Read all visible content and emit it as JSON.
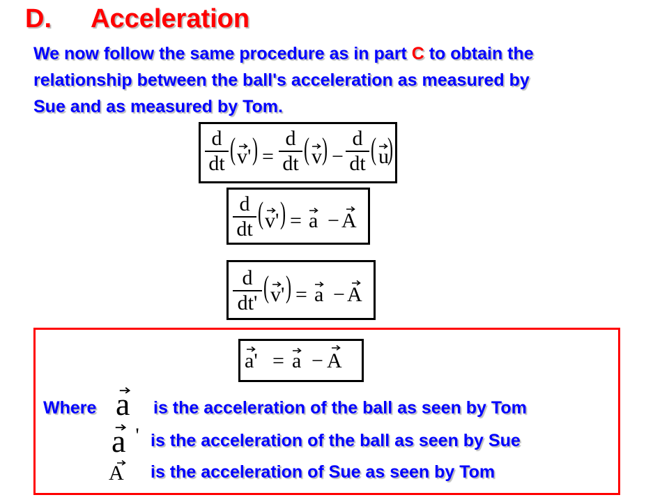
{
  "heading": {
    "letter": "D.",
    "word": "Acceleration"
  },
  "intro": {
    "line1_before": "We now follow the same procedure as in part ",
    "line1_letter": "C",
    "line1_after": " to obtain the",
    "line2": "relationship between the ball's acceleration as measured by",
    "line3": "Sue and as measured by Tom."
  },
  "equations": {
    "d": "d",
    "dt": "dt",
    "dt_prime": "dt'",
    "v_prime": "v'",
    "v": "v",
    "u": "u",
    "a": "a",
    "a_prime": "a'",
    "A": "A",
    "equals": "=",
    "minus": "−",
    "paren_open": "(",
    "paren_close": ")"
  },
  "notes": {
    "where": "Where",
    "line1": "is the acceleration of the ball as seen by Tom",
    "line2": "is the acceleration of the ball as seen by Sue",
    "line3": "is the acceleration of Sue as seen by Tom",
    "sym1": "a",
    "sym2": "a",
    "sym2_prime": "'",
    "sym3": "A"
  },
  "colors": {
    "heading": "#ff0000",
    "body_text": "#0000ff",
    "note_border": "#ff0000",
    "equation": "#000000"
  }
}
